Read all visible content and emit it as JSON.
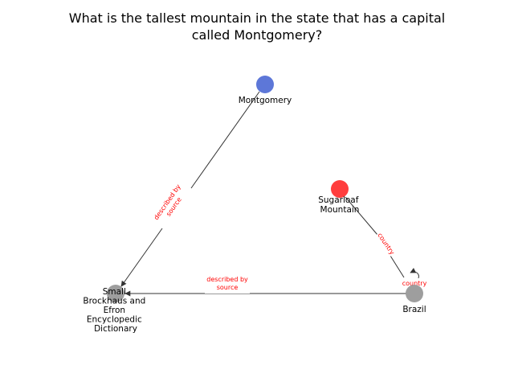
{
  "title": {
    "line1": "What is the tallest mountain in the state that has a capital",
    "line2": "called Montgomery?"
  },
  "colors": {
    "blue_node": "#5470d6",
    "red_node": "#ff3333",
    "gray_node": "#999999",
    "edge": "#333333",
    "edge_label": "#ff0000"
  },
  "nodes": {
    "montgomery": {
      "label": [
        "Montgomery"
      ]
    },
    "sugarloaf": {
      "label": [
        "Sugarloaf",
        "Mountain"
      ]
    },
    "brazil": {
      "label": [
        "Brazil"
      ]
    },
    "brockhaus": {
      "label": [
        "Small",
        "Brockhaus and",
        "Efron",
        "Encyclopedic",
        "Dictionary"
      ]
    }
  },
  "edges": {
    "montgomery_brockhaus": {
      "label": [
        "described by",
        "source"
      ]
    },
    "brazil_brockhaus": {
      "label": [
        "described by",
        "source"
      ]
    },
    "sugarloaf_brazil": {
      "label": [
        "country"
      ]
    },
    "brazil_self": {
      "label": [
        "country"
      ]
    }
  }
}
